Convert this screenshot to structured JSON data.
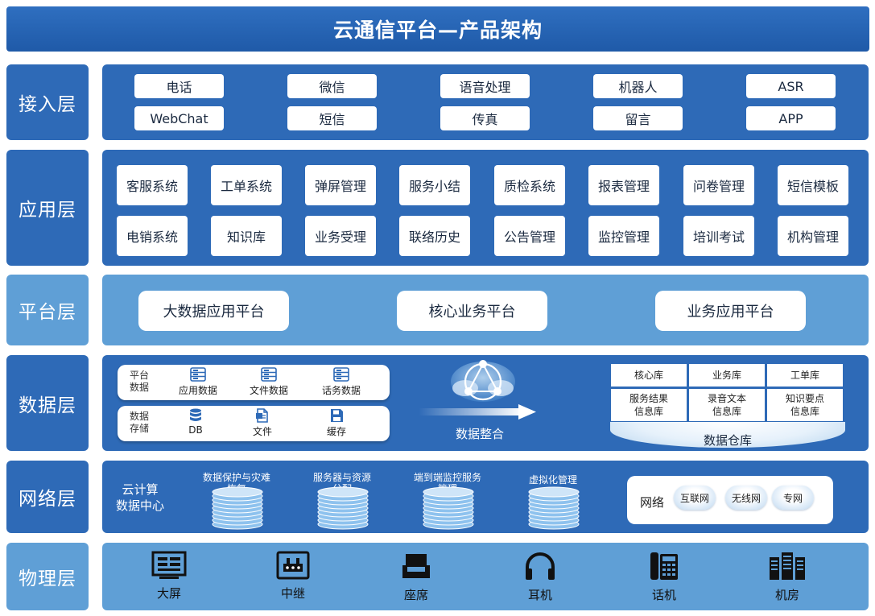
{
  "title": "云通信平台—产品架构",
  "layers": {
    "access": {
      "label": "接入层",
      "items": [
        "电话",
        "微信",
        "语音处理",
        "机器人",
        "ASR",
        "WebChat",
        "短信",
        "传真",
        "留言",
        "APP"
      ]
    },
    "application": {
      "label": "应用层",
      "items": [
        "客服系统",
        "工单系统",
        "弹屏管理",
        "服务小结",
        "质检系统",
        "报表管理",
        "问卷管理",
        "短信模板",
        "电销系统",
        "知识库",
        "业务受理",
        "联络历史",
        "公告管理",
        "监控管理",
        "培训考试",
        "机构管理"
      ]
    },
    "platform": {
      "label": "平台层",
      "items": [
        "大数据应用平台",
        "核心业务平台",
        "业务应用平台"
      ]
    },
    "data": {
      "label": "数据层",
      "platform_data": {
        "tag_line1": "平台",
        "tag_line2": "数据",
        "items": [
          "应用数据",
          "文件数据",
          "话务数据"
        ]
      },
      "data_storage": {
        "tag_line1": "数据",
        "tag_line2": "存储",
        "items": [
          "DB",
          "文件",
          "缓存"
        ]
      },
      "integration": "数据整合",
      "warehouse": {
        "title": "数据仓库",
        "cells": [
          "核心库",
          "业务库",
          "工单库",
          "服务结果\n信息库",
          "录音文本\n信息库",
          "知识要点\n信息库"
        ]
      }
    },
    "network": {
      "label": "网络层",
      "datacenter_line1": "云计算",
      "datacenter_line2": "数据中心",
      "stacks": [
        "数据保护与灾难\n恢复",
        "服务器与资源\n分配",
        "端到端监控服务\n管理",
        "虚拟化管理"
      ],
      "network_title": "网络",
      "clouds": [
        "互联网",
        "无线网",
        "专网"
      ]
    },
    "physical": {
      "label": "物理层",
      "items": [
        {
          "label": "大屏",
          "icon": "big-screen-icon"
        },
        {
          "label": "中继",
          "icon": "relay-icon"
        },
        {
          "label": "座席",
          "icon": "seat-icon"
        },
        {
          "label": "耳机",
          "icon": "headset-icon"
        },
        {
          "label": "话机",
          "icon": "phone-icon"
        },
        {
          "label": "机房",
          "icon": "server-room-icon"
        }
      ]
    }
  },
  "colors": {
    "dark_blue": "#2e6ab7",
    "light_blue": "#5f9fd6",
    "title_blue": "#1f5aa8"
  }
}
